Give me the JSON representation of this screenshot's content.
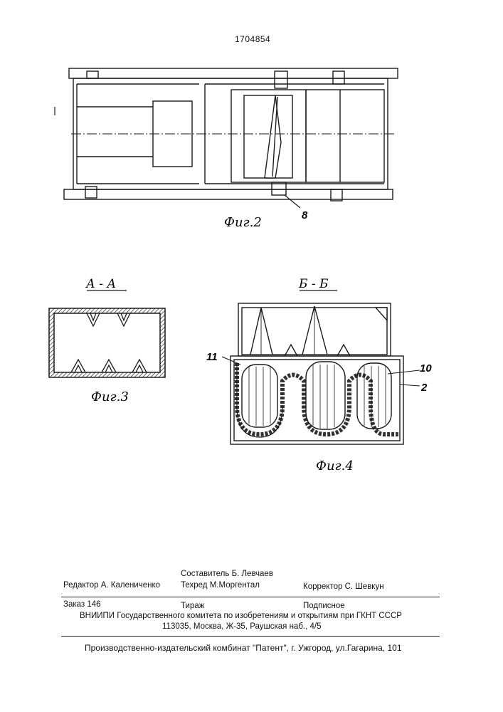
{
  "patent_number": "1704854",
  "fig2": {
    "caption": "Фиг.2",
    "labels": {
      "part8": "8"
    }
  },
  "fig3": {
    "caption": "Фиг.3",
    "section": "А - А"
  },
  "fig4": {
    "caption": "Фиг.4",
    "section": "Б - Б",
    "labels": {
      "part11": "11",
      "part10": "10",
      "part2": "2"
    }
  },
  "footer": {
    "editor": "Редактор  А. Калениченко",
    "composer": "Составитель  Б. Левчаев",
    "techred": "Техред М.Моргентал",
    "corrector": "Корректор  С. Шевкун",
    "order": "Заказ  146",
    "print_run": "Тираж",
    "subscription": "Подписное",
    "org": "ВНИИПИ Государственного комитета по изобретениям и открытиям при ГКНТ СССР",
    "address": "113035, Москва, Ж-35, Раушская наб., 4/5",
    "publisher": "Производственно-издательский комбинат \"Патент\", г. Ужгород, ул.Гагарина, 101"
  }
}
